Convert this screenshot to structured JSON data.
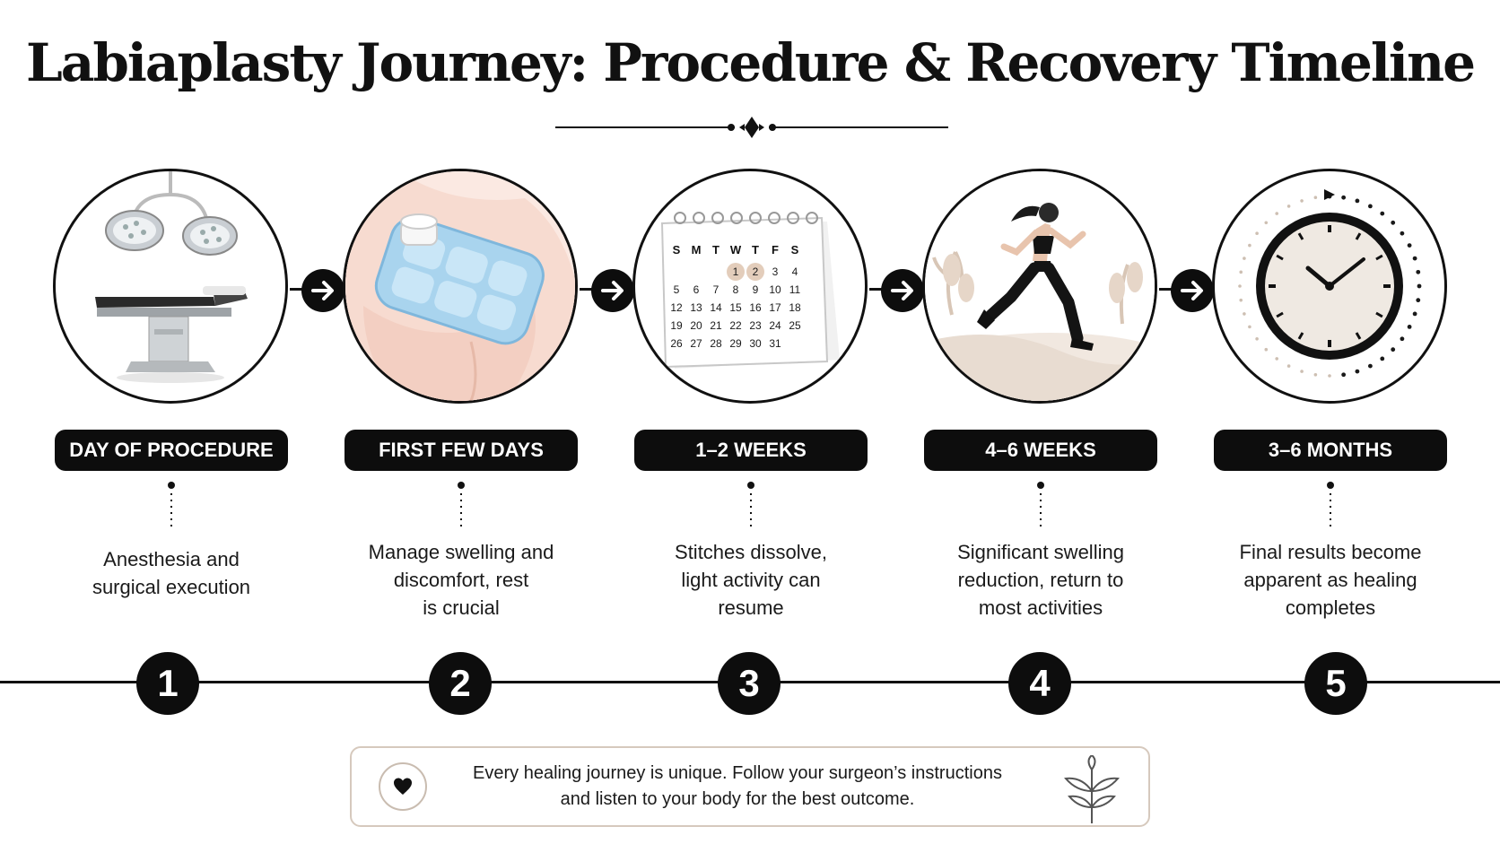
{
  "title": "Labiaplasty Journey: Procedure & Recovery Timeline",
  "stages": [
    {
      "number": "1",
      "label": "DAY OF PROCEDURE",
      "description": [
        "Anesthesia and",
        "surgical execution"
      ],
      "icon": "operating-table-icon"
    },
    {
      "number": "2",
      "label": "FIRST FEW DAYS",
      "description": [
        "Manage swelling and",
        "discomfort, rest",
        "is crucial"
      ],
      "icon": "ice-pack-icon"
    },
    {
      "number": "3",
      "label": "1–2 WEEKS",
      "description": [
        "Stitches dissolve,",
        "light activity can",
        "resume"
      ],
      "icon": "calendar-icon"
    },
    {
      "number": "4",
      "label": "4–6 WEEKS",
      "description": [
        "Significant swelling",
        "reduction, return to",
        "most activities"
      ],
      "icon": "runner-icon"
    },
    {
      "number": "5",
      "label": "3–6 MONTHS",
      "description": [
        "Final results become",
        "apparent as healing",
        "completes"
      ],
      "icon": "clock-icon"
    }
  ],
  "calendar": {
    "weekdays": [
      "S",
      "M",
      "T",
      "W",
      "T",
      "F",
      "S"
    ],
    "rows": [
      [
        "",
        "",
        "",
        "1",
        "2",
        "3",
        "4"
      ],
      [
        "5",
        "6",
        "7",
        "8",
        "9",
        "10",
        "11"
      ],
      [
        "12",
        "13",
        "14",
        "15",
        "16",
        "17",
        "18"
      ],
      [
        "19",
        "20",
        "21",
        "22",
        "23",
        "24",
        "25"
      ],
      [
        "26",
        "27",
        "28",
        "29",
        "30",
        "31",
        ""
      ]
    ],
    "highlighted": [
      "1",
      "2"
    ]
  },
  "note": {
    "lines": [
      "Every healing journey is unique. Follow your surgeon’s instructions",
      "and listen to your body for the best outcome."
    ],
    "icons": [
      "heart-icon",
      "leaf-sprig-icon"
    ]
  },
  "colors": {
    "ink": "#0d0d0d",
    "note_border": "#d6c9bd",
    "calendar_highlight": "#e3cdbb",
    "skin": "#f6ddd3",
    "ice_pack": "#a9d4ee"
  }
}
